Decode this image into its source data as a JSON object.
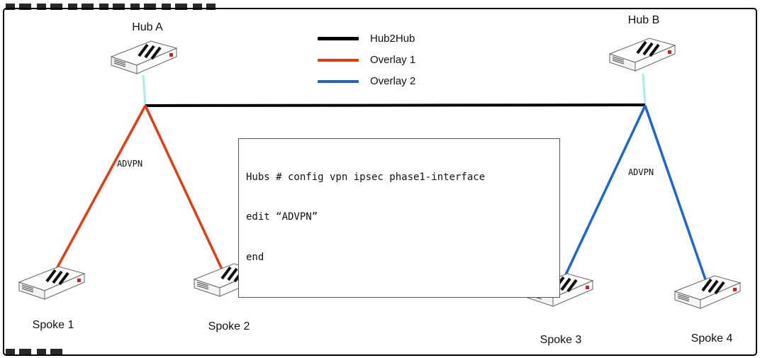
{
  "diagram": {
    "nodes": [
      {
        "id": "hub-a",
        "label": "Hub A"
      },
      {
        "id": "hub-b",
        "label": "Hub B"
      },
      {
        "id": "spoke-1",
        "label": "Spoke 1"
      },
      {
        "id": "spoke-2",
        "label": "Spoke 2"
      },
      {
        "id": "spoke-3",
        "label": "Spoke 3"
      },
      {
        "id": "spoke-4",
        "label": "Spoke 4"
      }
    ],
    "edge_labels": [
      {
        "id": "advpn-left",
        "label": "ADVPN"
      },
      {
        "id": "advpn-right",
        "label": "ADVPN"
      }
    ],
    "legend": [
      {
        "label": "Hub2Hub",
        "color": "#000000"
      },
      {
        "label": "Overlay 1",
        "color": "#e63b11"
      },
      {
        "label": "Overlay 2",
        "color": "#1b66d6"
      }
    ],
    "code_box": {
      "lines": [
        "Hubs # config vpn ipsec phase1-interface",
        "edit “ADVPN”",
        "end"
      ]
    },
    "colors": {
      "hub2hub_link": "#000000",
      "overlay1_link": "#e63b11",
      "overlay2_link": "#1b66d6",
      "hub_drop_link": "#a6f0ec",
      "router_led": "#cc2222"
    }
  }
}
